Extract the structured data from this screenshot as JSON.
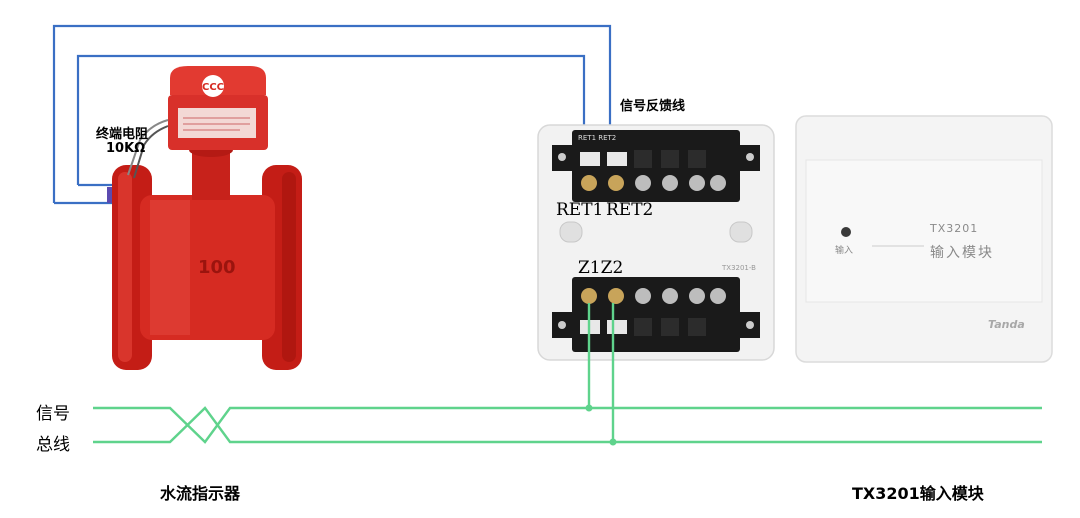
{
  "labels": {
    "terminal_resistor": "终端电阻",
    "resistor_value": "10KΩ",
    "feedback_line": "信号反馈线",
    "ret1": "RET1",
    "ret2": "RET2",
    "z1z2": "Z1Z2",
    "signal": "信号",
    "bus": "总线",
    "water_flow_indicator": "水流指示器",
    "module_caption": "TX3201输入模块"
  },
  "flowmeter": {
    "mark": "100"
  },
  "module": {
    "model": "TX3201",
    "name": "输入模块",
    "led_label": "输入",
    "brand": "Tanda"
  },
  "base": {
    "silk_top": "RET1  RET2",
    "silk_side": "TX3201-B"
  },
  "colors": {
    "feedback_wire": "#3a6fc4",
    "bus_wire": "#5fd38c",
    "indicator_red": "#d62b22",
    "module_body": "#f4f4f4",
    "terminal_black": "#1a1a1a"
  }
}
